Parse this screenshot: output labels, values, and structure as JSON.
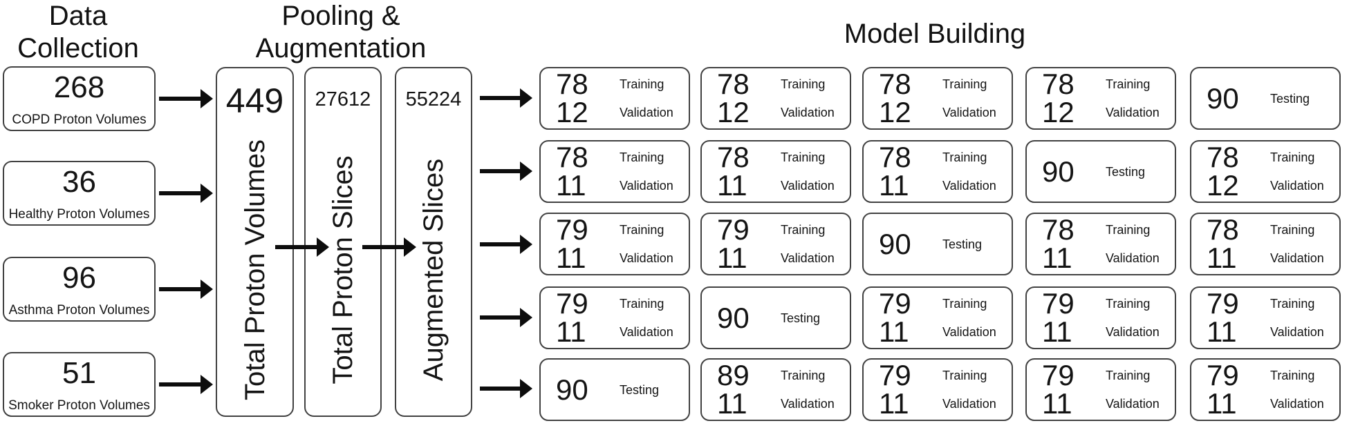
{
  "figure": {
    "sections": {
      "data_collection": {
        "title": [
          "Data",
          "Collection"
        ],
        "boxes": [
          {
            "value": "268",
            "label": "COPD Proton Volumes"
          },
          {
            "value": "36",
            "label": "Healthy Proton Volumes"
          },
          {
            "value": "96",
            "label": "Asthma Proton Volumes"
          },
          {
            "value": "51",
            "label": "Smoker Proton Volumes"
          }
        ]
      },
      "pooling_augmentation": {
        "title": [
          "Pooling &",
          "Augmentation"
        ],
        "stages": [
          {
            "value": "449",
            "label": "Total Proton Volumes"
          },
          {
            "value": "27612",
            "label": "Total Proton Slices"
          },
          {
            "value": "55224",
            "label": "Augmented Slices"
          }
        ]
      },
      "model_building": {
        "title": "Model Building",
        "cell_labels": {
          "training": "Training",
          "validation": "Validation",
          "testing": "Testing"
        },
        "grid_rows": [
          [
            {
              "type": "split",
              "training": "78",
              "validation": "12"
            },
            {
              "type": "split",
              "training": "78",
              "validation": "12"
            },
            {
              "type": "split",
              "training": "78",
              "validation": "12"
            },
            {
              "type": "split",
              "training": "78",
              "validation": "12"
            },
            {
              "type": "test",
              "testing": "90"
            }
          ],
          [
            {
              "type": "split",
              "training": "78",
              "validation": "11"
            },
            {
              "type": "split",
              "training": "78",
              "validation": "11"
            },
            {
              "type": "split",
              "training": "78",
              "validation": "11"
            },
            {
              "type": "test",
              "testing": "90"
            },
            {
              "type": "split",
              "training": "78",
              "validation": "12"
            }
          ],
          [
            {
              "type": "split",
              "training": "79",
              "validation": "11"
            },
            {
              "type": "split",
              "training": "79",
              "validation": "11"
            },
            {
              "type": "test",
              "testing": "90"
            },
            {
              "type": "split",
              "training": "78",
              "validation": "11"
            },
            {
              "type": "split",
              "training": "78",
              "validation": "11"
            }
          ],
          [
            {
              "type": "split",
              "training": "79",
              "validation": "11"
            },
            {
              "type": "test",
              "testing": "90"
            },
            {
              "type": "split",
              "training": "79",
              "validation": "11"
            },
            {
              "type": "split",
              "training": "79",
              "validation": "11"
            },
            {
              "type": "split",
              "training": "79",
              "validation": "11"
            }
          ],
          [
            {
              "type": "test",
              "testing": "90"
            },
            {
              "type": "split",
              "training": "89",
              "validation": "11"
            },
            {
              "type": "split",
              "training": "79",
              "validation": "11"
            },
            {
              "type": "split",
              "training": "79",
              "validation": "11"
            },
            {
              "type": "split",
              "training": "79",
              "validation": "11"
            }
          ]
        ]
      }
    },
    "colors": {
      "background": "#ffffff",
      "box_border": "#414141",
      "text": "#141414",
      "arrow": "#0d0d0d"
    }
  }
}
